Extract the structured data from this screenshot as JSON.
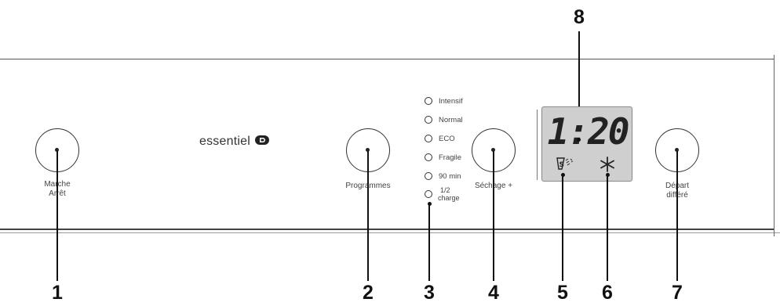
{
  "brand": {
    "name": "essentiel"
  },
  "buttons": {
    "power": {
      "label_line1": "Marche",
      "label_line2": "Arrêt"
    },
    "programs": {
      "label": "Programmes"
    },
    "drying": {
      "label": "Séchage +"
    },
    "delay": {
      "label_line1": "Départ",
      "label_line2": "différé"
    }
  },
  "programs": [
    {
      "label": "Intensif"
    },
    {
      "label": "Normal"
    },
    {
      "label": "ECO"
    },
    {
      "label": "Fragile"
    },
    {
      "label": "90 min"
    },
    {
      "label_line1": "1/2",
      "label_line2": "charge"
    }
  ],
  "display": {
    "time": "1:20"
  },
  "callouts": [
    "1",
    "2",
    "3",
    "4",
    "5",
    "6",
    "7",
    "8"
  ],
  "colors": {
    "display_bg": "#cfcfcf",
    "ink": "#111111"
  },
  "icons": [
    "power-button-dot-icon",
    "salt-rinse-aid-icon",
    "snowflake-icon",
    "brand-logo-icon"
  ]
}
